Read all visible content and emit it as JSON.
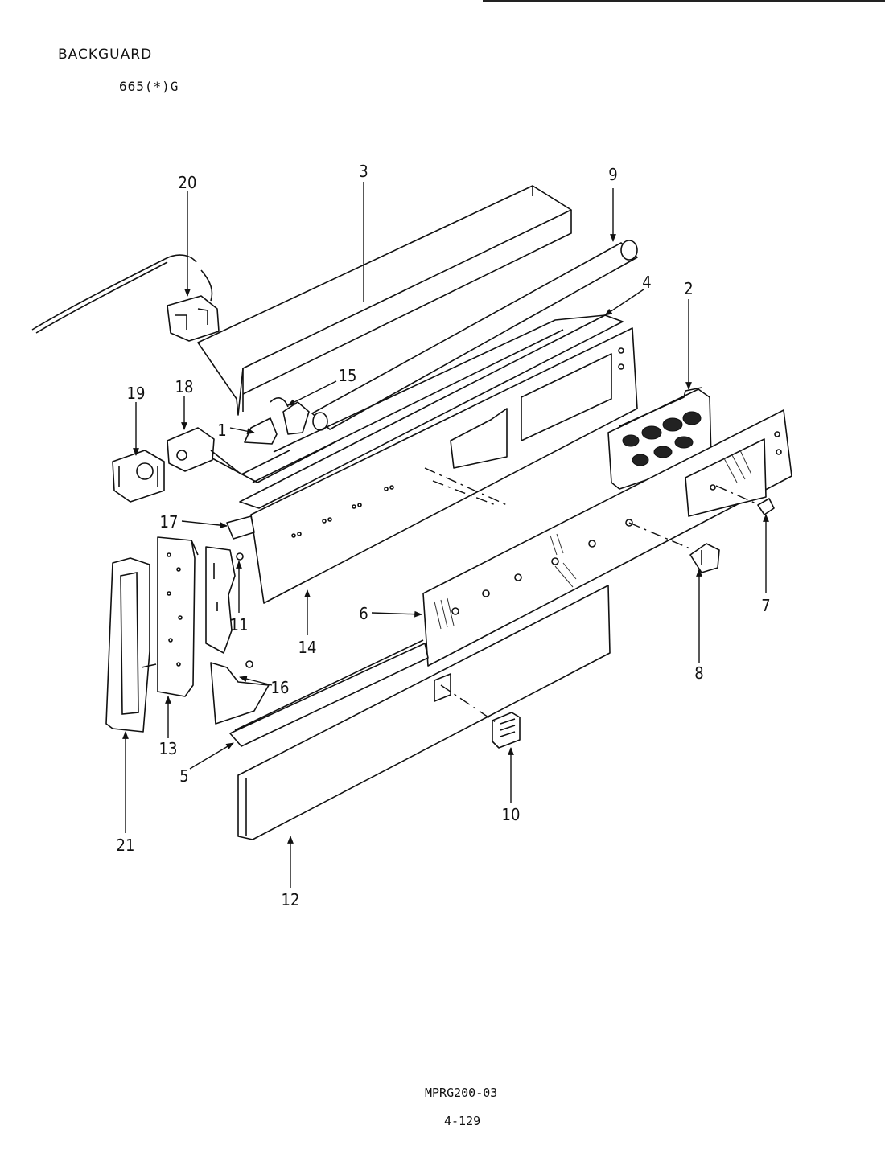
{
  "header": {
    "title": "BACKGUARD",
    "model": "665(*)G"
  },
  "footer": {
    "doc_number": "MPRG200-03",
    "page_number": "4-129"
  },
  "callouts": [
    "1",
    "2",
    "3",
    "4",
    "5",
    "6",
    "7",
    "8",
    "9",
    "10",
    "11",
    "12",
    "13",
    "14",
    "15",
    "16",
    "17",
    "18",
    "19",
    "20",
    "21"
  ]
}
